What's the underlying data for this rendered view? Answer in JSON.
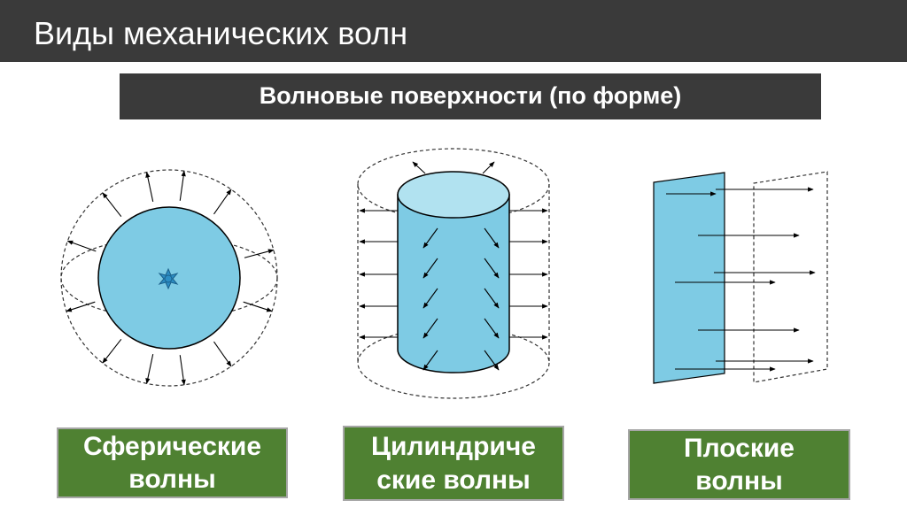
{
  "header": {
    "title": "Виды механических волн"
  },
  "subheader": {
    "title": "Волновые поверхности (по форме)"
  },
  "labels": {
    "spherical": "Сферические\nволны",
    "cylindrical": "Цилиндриче\nские волны",
    "plane": "Плоские\nволны"
  },
  "colors": {
    "bar": "#3a3a3a",
    "label_bg": "#4f8132",
    "wave_fill": "#7ecbe4",
    "cylinder_top": "#b1e2f0",
    "stroke": "#000000"
  },
  "icons": [
    "point-source-icon"
  ]
}
